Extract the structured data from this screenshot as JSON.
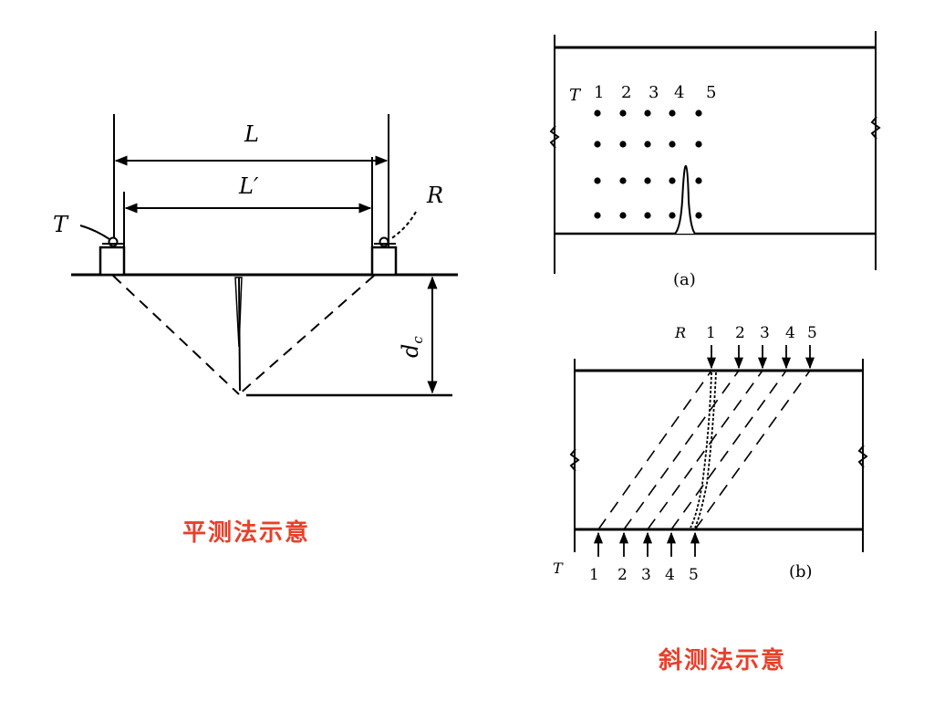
{
  "left_diagram": {
    "label_L": "L",
    "label_Lprime": "L′",
    "label_T": "T",
    "label_R": "R",
    "label_depth": "d",
    "label_depth_sub": "c",
    "caption": "平测法示意"
  },
  "diagram_a": {
    "label_T": "T",
    "columns": [
      "1",
      "2",
      "3",
      "4",
      "5"
    ],
    "caption": "(a)"
  },
  "diagram_b": {
    "label_R": "R",
    "label_T": "T",
    "top_numbers": [
      "1",
      "2",
      "3",
      "4",
      "5"
    ],
    "bottom_numbers": [
      "1",
      "2",
      "3",
      "4",
      "5"
    ],
    "caption": "(b)",
    "method_caption": "斜测法示意"
  }
}
